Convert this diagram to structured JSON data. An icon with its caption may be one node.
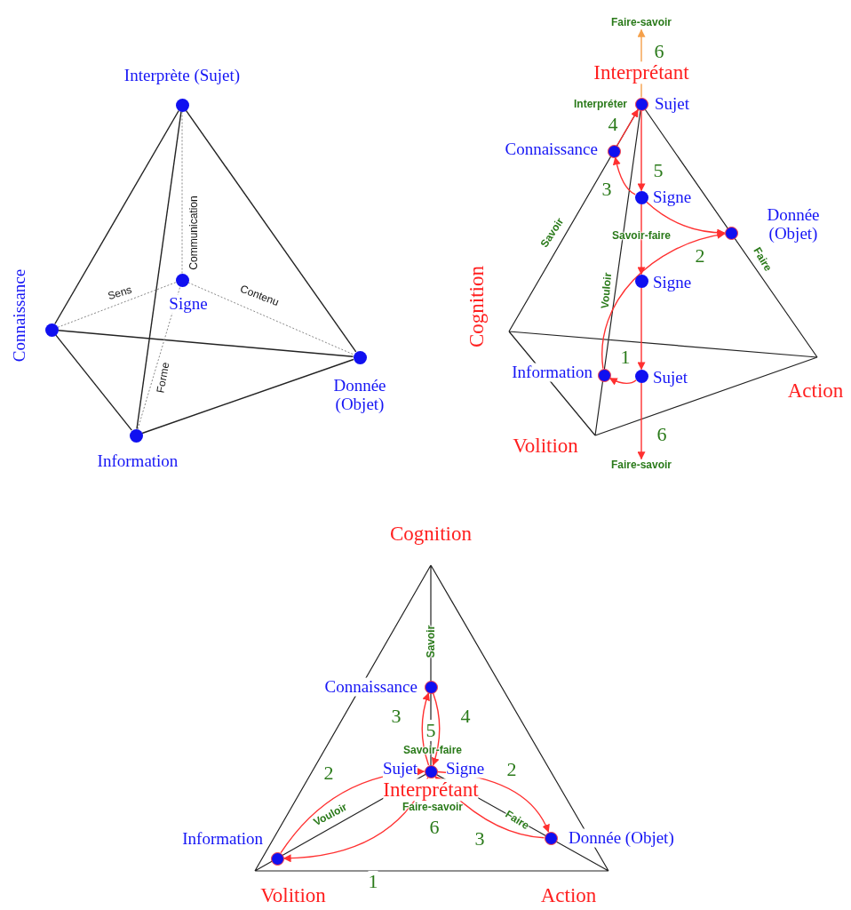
{
  "diagram": {
    "nodes": [
      {
        "text": [],
        "shape": "circle",
        "beside": [
          "Interprète (Sujet)"
        ]
      },
      {
        "text": [],
        "shape": "circle",
        "beside": [
          "Signe"
        ]
      },
      {
        "text": [],
        "shape": "circle",
        "beside": [
          "Connaissance"
        ]
      },
      {
        "text": [],
        "shape": "circle",
        "beside": [
          "Donnée (Objet)"
        ]
      },
      {
        "text": [],
        "shape": "circle",
        "beside": [
          "Information"
        ]
      },
      {
        "text": [],
        "shape": "circle",
        "beside": [
          "Interprétant",
          "Sujet",
          "Interpréter"
        ]
      },
      {
        "text": [],
        "shape": "circle",
        "beside": [
          "Connaissance"
        ]
      },
      {
        "text": [],
        "shape": "circle",
        "beside": [
          "Signe"
        ]
      },
      {
        "text": [],
        "shape": "circle",
        "beside": [
          "Donnée (Objet)",
          "Faire"
        ]
      },
      {
        "text": [],
        "shape": "circle",
        "beside": [
          "Signe",
          "Vouloir"
        ]
      },
      {
        "text": [],
        "shape": "circle",
        "beside": [
          "Information"
        ]
      },
      {
        "text": [],
        "shape": "circle",
        "beside": [
          "Sujet"
        ]
      },
      {
        "text": [],
        "shape": "circle",
        "beside": [
          "Connaissance",
          "Savoir"
        ]
      },
      {
        "text": [],
        "shape": "circle",
        "beside": [
          "Sujet",
          "Signe",
          "Interprétant",
          "Savoir-faire"
        ]
      },
      {
        "text": [],
        "shape": "circle",
        "beside": [
          "Information",
          "Vouloir"
        ]
      },
      {
        "text": [],
        "shape": "circle",
        "beside": [
          "Donnée (Objet)"
        ]
      },
      {
        "text": [
          "Faire-savoir"
        ]
      },
      {
        "text": [
          "Faire-savoir"
        ]
      }
    ],
    "edges": [
      {
        "from": 0,
        "to": 2,
        "arrow": "none",
        "color": "#222222"
      },
      {
        "from": 0,
        "to": 3,
        "arrow": "none",
        "color": "#222222"
      },
      {
        "from": 0,
        "to": 4,
        "arrow": "none",
        "color": "#222222"
      },
      {
        "from": 2,
        "to": 3,
        "arrow": "none",
        "color": "#222222"
      },
      {
        "from": 2,
        "to": 4,
        "arrow": "none",
        "color": "#222222"
      },
      {
        "from": 4,
        "to": 3,
        "arrow": "none",
        "color": "#222222"
      },
      {
        "from": 0,
        "to": 1,
        "arrow": "none",
        "label": "Communication",
        "style": "dashed",
        "color": "#888888"
      },
      {
        "from": 2,
        "to": 1,
        "arrow": "none",
        "label": "Sens",
        "style": "dashed",
        "color": "#888888"
      },
      {
        "from": 1,
        "to": 3,
        "arrow": "none",
        "label": "Contenu",
        "style": "dashed",
        "color": "#888888"
      },
      {
        "from": 4,
        "to": 1,
        "arrow": "none",
        "label": "Forme",
        "style": "dashed",
        "color": "#888888"
      },
      {
        "from": 5,
        "to": 16,
        "arrow": "to",
        "label": "6",
        "color": "#f5a04a"
      },
      {
        "from": 6,
        "to": 5,
        "arrow": "to",
        "label": "4"
      },
      {
        "from": 5,
        "to": 7,
        "arrow": "to",
        "label": "5"
      },
      {
        "from": 7,
        "to": 6,
        "arrow": "to",
        "label": "3"
      },
      {
        "from": 7,
        "to": 8,
        "arrow": "to"
      },
      {
        "from": 7,
        "to": 9,
        "arrow": "to"
      },
      {
        "from": 10,
        "to": 8,
        "arrow": "to",
        "label": "2"
      },
      {
        "from": 9,
        "to": 11,
        "arrow": "to"
      },
      {
        "from": 11,
        "to": 10,
        "arrow": "to",
        "label": "1"
      },
      {
        "from": 11,
        "to": 17,
        "arrow": "to",
        "label": "6"
      },
      {
        "from": 13,
        "to": 12,
        "arrow": "to",
        "label": "3"
      },
      {
        "from": 12,
        "to": 13,
        "arrow": "to",
        "label": "4"
      },
      {
        "from": 14,
        "to": 13,
        "arrow": "to",
        "label": "2"
      },
      {
        "from": 13,
        "to": 14,
        "arrow": "to",
        "label": "1"
      },
      {
        "from": 13,
        "to": 15,
        "arrow": "to",
        "label": "2"
      },
      {
        "from": 15,
        "to": 13,
        "arrow": "to",
        "label": "3"
      }
    ],
    "labels": [
      "Savoir",
      "Savoir-faire",
      "Cognition",
      "Action",
      "Volition",
      "Cognition",
      "5",
      "Faire-savoir",
      "6",
      "Faire",
      "Volition",
      "Action"
    ]
  }
}
